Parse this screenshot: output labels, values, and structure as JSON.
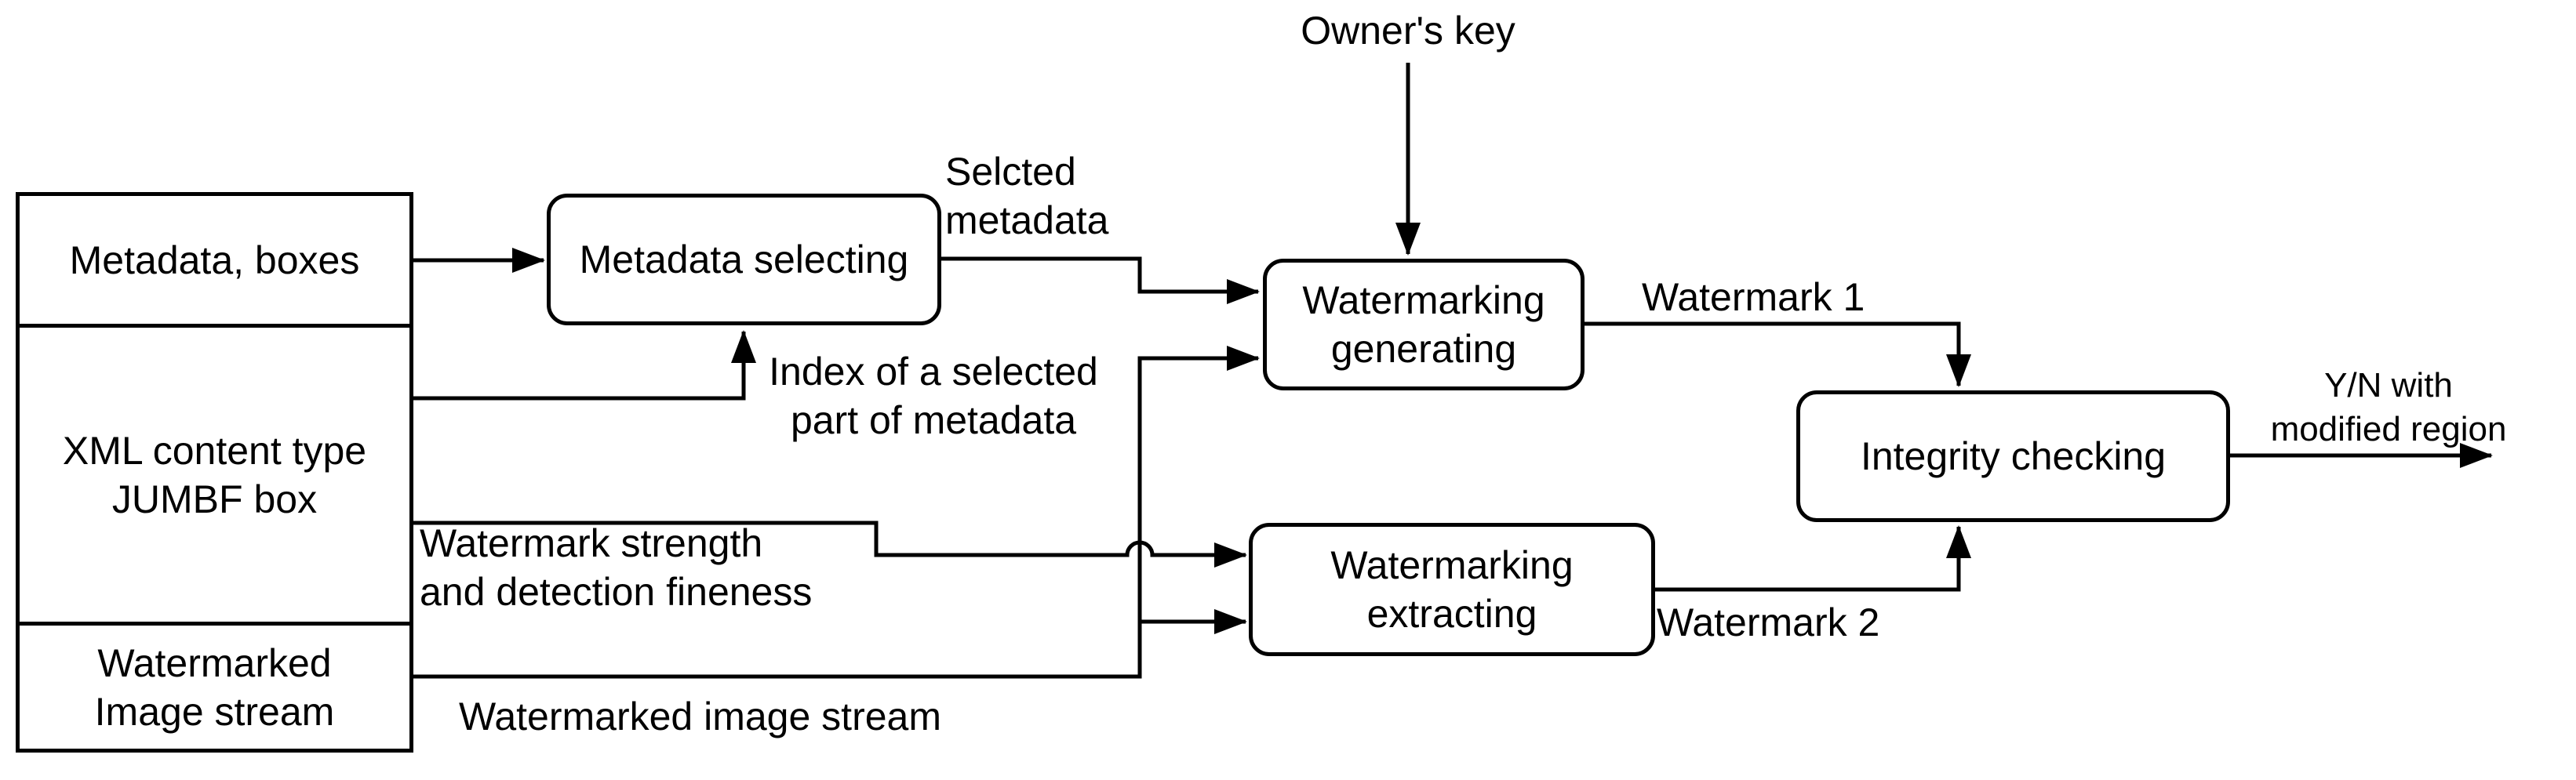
{
  "diagram": {
    "title": "JUMBF watermarking integrity flow diagram",
    "background_color": "#ffffff",
    "stroke_color": "#000000",
    "nodes": {
      "input_stack": {
        "metadata_boxes": {
          "label": "Metadata, boxes"
        },
        "xml_jumbf": {
          "line1": "XML content type",
          "line2": "JUMBF box"
        },
        "watermarked_stream": {
          "line1": "Watermarked",
          "line2": "Image stream"
        }
      },
      "metadata_selecting": {
        "label": "Metadata selecting"
      },
      "watermarking_generating": {
        "line1": "Watermarking",
        "line2": "generating"
      },
      "watermarking_extracting": {
        "line1": "Watermarking",
        "line2": "extracting"
      },
      "integrity_checking": {
        "label": "Integrity checking"
      }
    },
    "labels": {
      "owners_key": "Owner's key",
      "selected_metadata": {
        "line1": "Selcted",
        "line2": "metadata"
      },
      "index_of_selected": {
        "line1": "Index of a selected",
        "line2": "part of metadata"
      },
      "watermark_strength": {
        "line1": "Watermark strength",
        "line2": "and detection fineness"
      },
      "watermarked_image_stream": "Watermarked image stream",
      "watermark_1": "Watermark 1",
      "watermark_2": "Watermark 2",
      "yn_output": {
        "line1": "Y/N with",
        "line2": "modified region"
      }
    }
  }
}
